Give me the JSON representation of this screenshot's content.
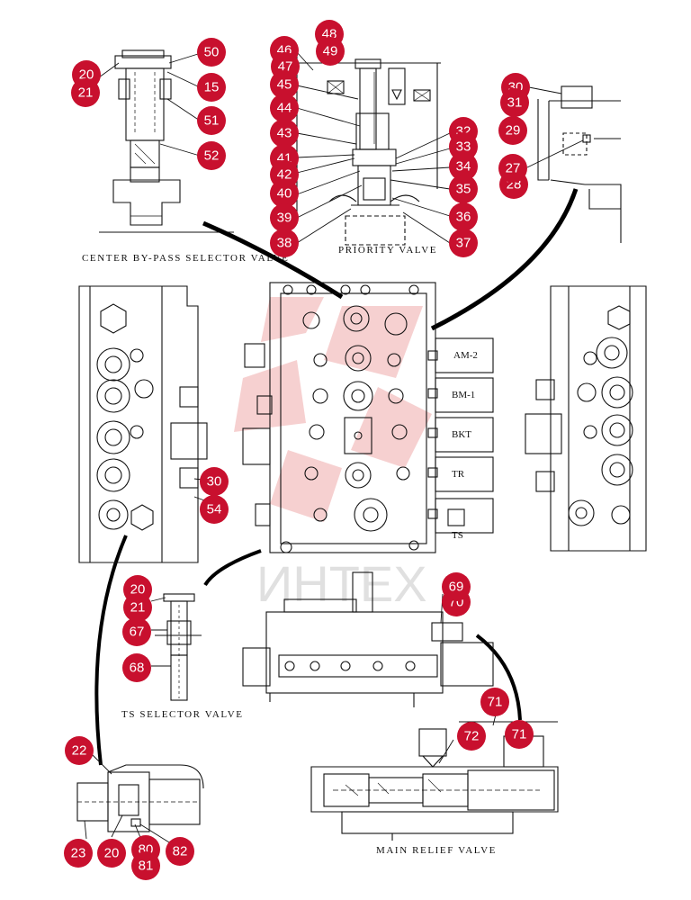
{
  "captions": {
    "center_bypass": "CENTER BY-PASS SELECTOR VALVE",
    "priority": "PRIORITY VALVE",
    "ts_selector": "TS SELECTOR VALVE",
    "main_relief": "MAIN RELIEF VALVE"
  },
  "sections": [
    "AM-2",
    "BM-1",
    "BKT",
    "TR",
    "TS"
  ],
  "watermark": "ИНТЕХ",
  "colors": {
    "callout": "#c8102e",
    "watermark": "#e05555"
  },
  "callouts": {
    "c50": "50",
    "c20a": "20",
    "c21a": "21",
    "c15": "15",
    "c51": "51",
    "c52": "52",
    "c48": "48",
    "c49": "49",
    "c46": "46",
    "c47": "47",
    "c45": "45",
    "c44": "44",
    "c43": "43",
    "c41": "41",
    "c42": "42",
    "c40": "40",
    "c39": "39",
    "c38": "38",
    "c32": "32",
    "c33": "33",
    "c34": "34",
    "c35": "35",
    "c36": "36",
    "c37": "37",
    "c30a": "30",
    "c31": "31",
    "c29": "29",
    "c27": "27",
    "c28": "28",
    "c30b": "30",
    "c54": "54",
    "c20b": "20",
    "c21b": "21",
    "c67": "67",
    "c68": "68",
    "c69": "69",
    "c70": "70",
    "c71a": "71",
    "c71b": "71",
    "c72": "72",
    "c22": "22",
    "c23": "23",
    "c20c": "20",
    "c80": "80",
    "c81": "81",
    "c82": "82"
  }
}
